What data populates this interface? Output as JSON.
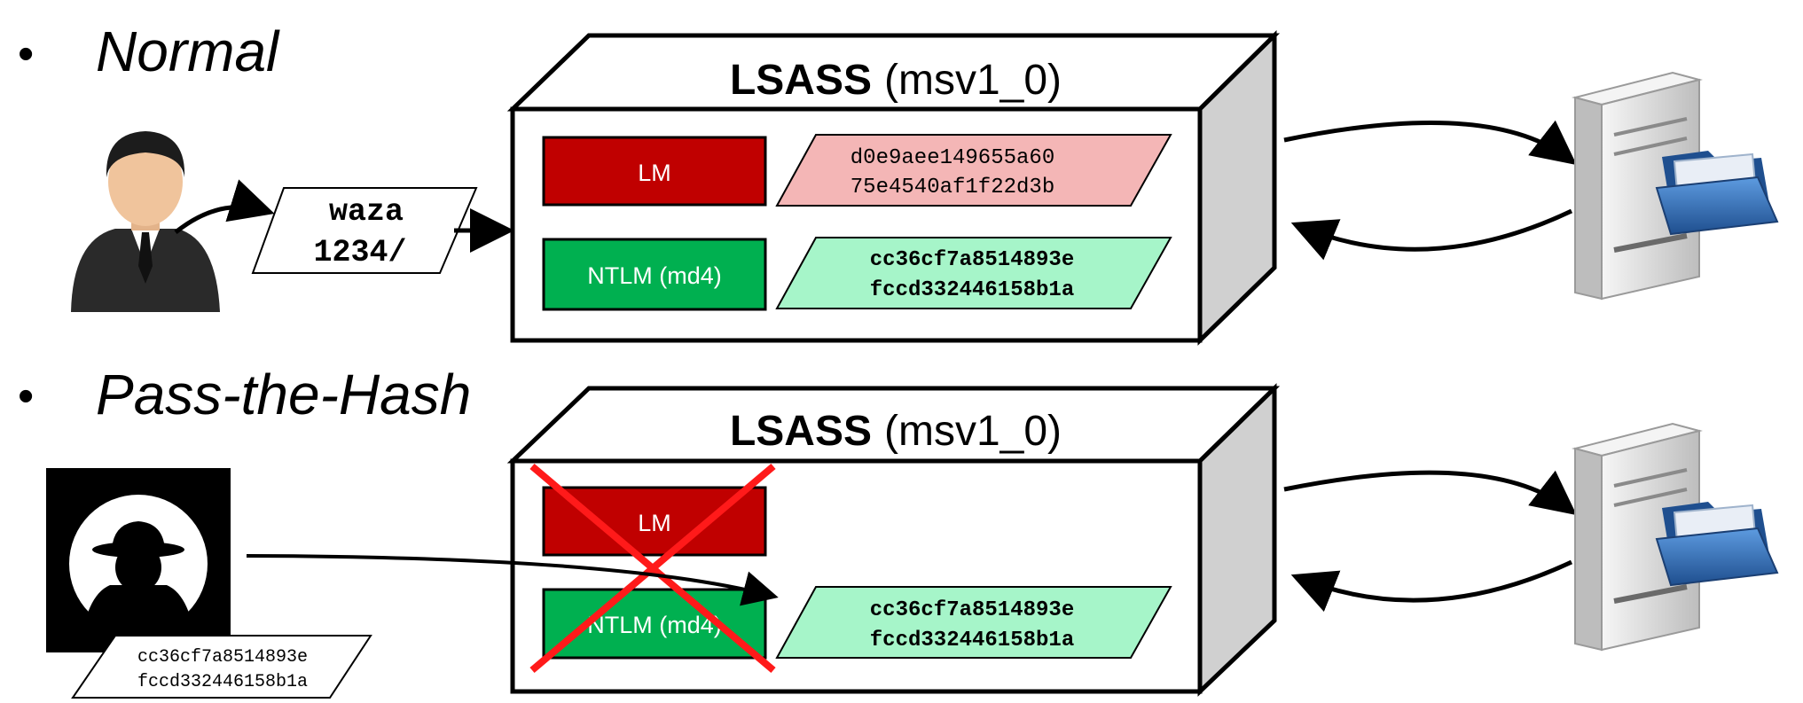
{
  "sections": [
    {
      "bullet": "•",
      "heading": "Normal",
      "password_lines": [
        "waza",
        "1234/"
      ],
      "box": {
        "title_bold": "LSASS",
        "title_rest": "(msv1_0)",
        "lm_label": "LM",
        "lm_hash_lines": [
          "d0e9aee149655a60",
          "75e4540af1f22d3b"
        ],
        "ntlm_label": "NTLM (md4)",
        "ntlm_hash_lines": [
          "cc36cf7a8514893e",
          "fccd332446158b1a"
        ]
      }
    },
    {
      "bullet": "•",
      "heading": "Pass-the-Hash",
      "attacker_hash_lines": [
        "cc36cf7a8514893e",
        "fccd332446158b1a"
      ],
      "box": {
        "title_bold": "LSASS",
        "title_rest": "(msv1_0)",
        "lm_label": "LM",
        "ntlm_label": "NTLM (md4)",
        "ntlm_hash_lines": [
          "cc36cf7a8514893e",
          "fccd332446158b1a"
        ]
      }
    }
  ],
  "colors": {
    "lm_box": "#c00000",
    "ntlm_box": "#00b050",
    "lm_hash_fill": "#f4b6b6",
    "ntlm_hash_fill": "#a6f5c9",
    "cross": "#ff1a1a",
    "box_side": "#d0d0d0",
    "server_body": "#e6e6e6",
    "folder": "#2f6db3"
  },
  "icons": [
    "user-icon",
    "hacker-icon",
    "server-icon",
    "folder-icon"
  ]
}
